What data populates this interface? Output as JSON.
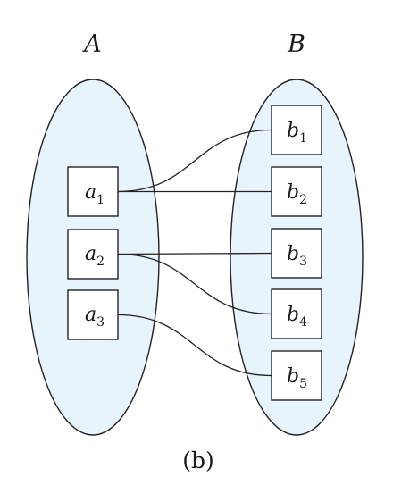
{
  "sets": {
    "a": {
      "label": "A",
      "elements": [
        {
          "id": "a1",
          "name": "a",
          "sub": "1"
        },
        {
          "id": "a2",
          "name": "a",
          "sub": "2"
        },
        {
          "id": "a3",
          "name": "a",
          "sub": "3"
        }
      ]
    },
    "b": {
      "label": "B",
      "elements": [
        {
          "id": "b1",
          "name": "b",
          "sub": "1"
        },
        {
          "id": "b2",
          "name": "b",
          "sub": "2"
        },
        {
          "id": "b3",
          "name": "b",
          "sub": "3"
        },
        {
          "id": "b4",
          "name": "b",
          "sub": "4"
        },
        {
          "id": "b5",
          "name": "b",
          "sub": "5"
        }
      ]
    }
  },
  "mappings": [
    {
      "from": "a1",
      "to": "b1"
    },
    {
      "from": "a1",
      "to": "b2"
    },
    {
      "from": "a2",
      "to": "b3"
    },
    {
      "from": "a2",
      "to": "b4"
    },
    {
      "from": "a3",
      "to": "b5"
    }
  ],
  "caption": "(b)",
  "colors": {
    "ellipse_fill": "#e8f4fb",
    "stroke": "#222222"
  }
}
